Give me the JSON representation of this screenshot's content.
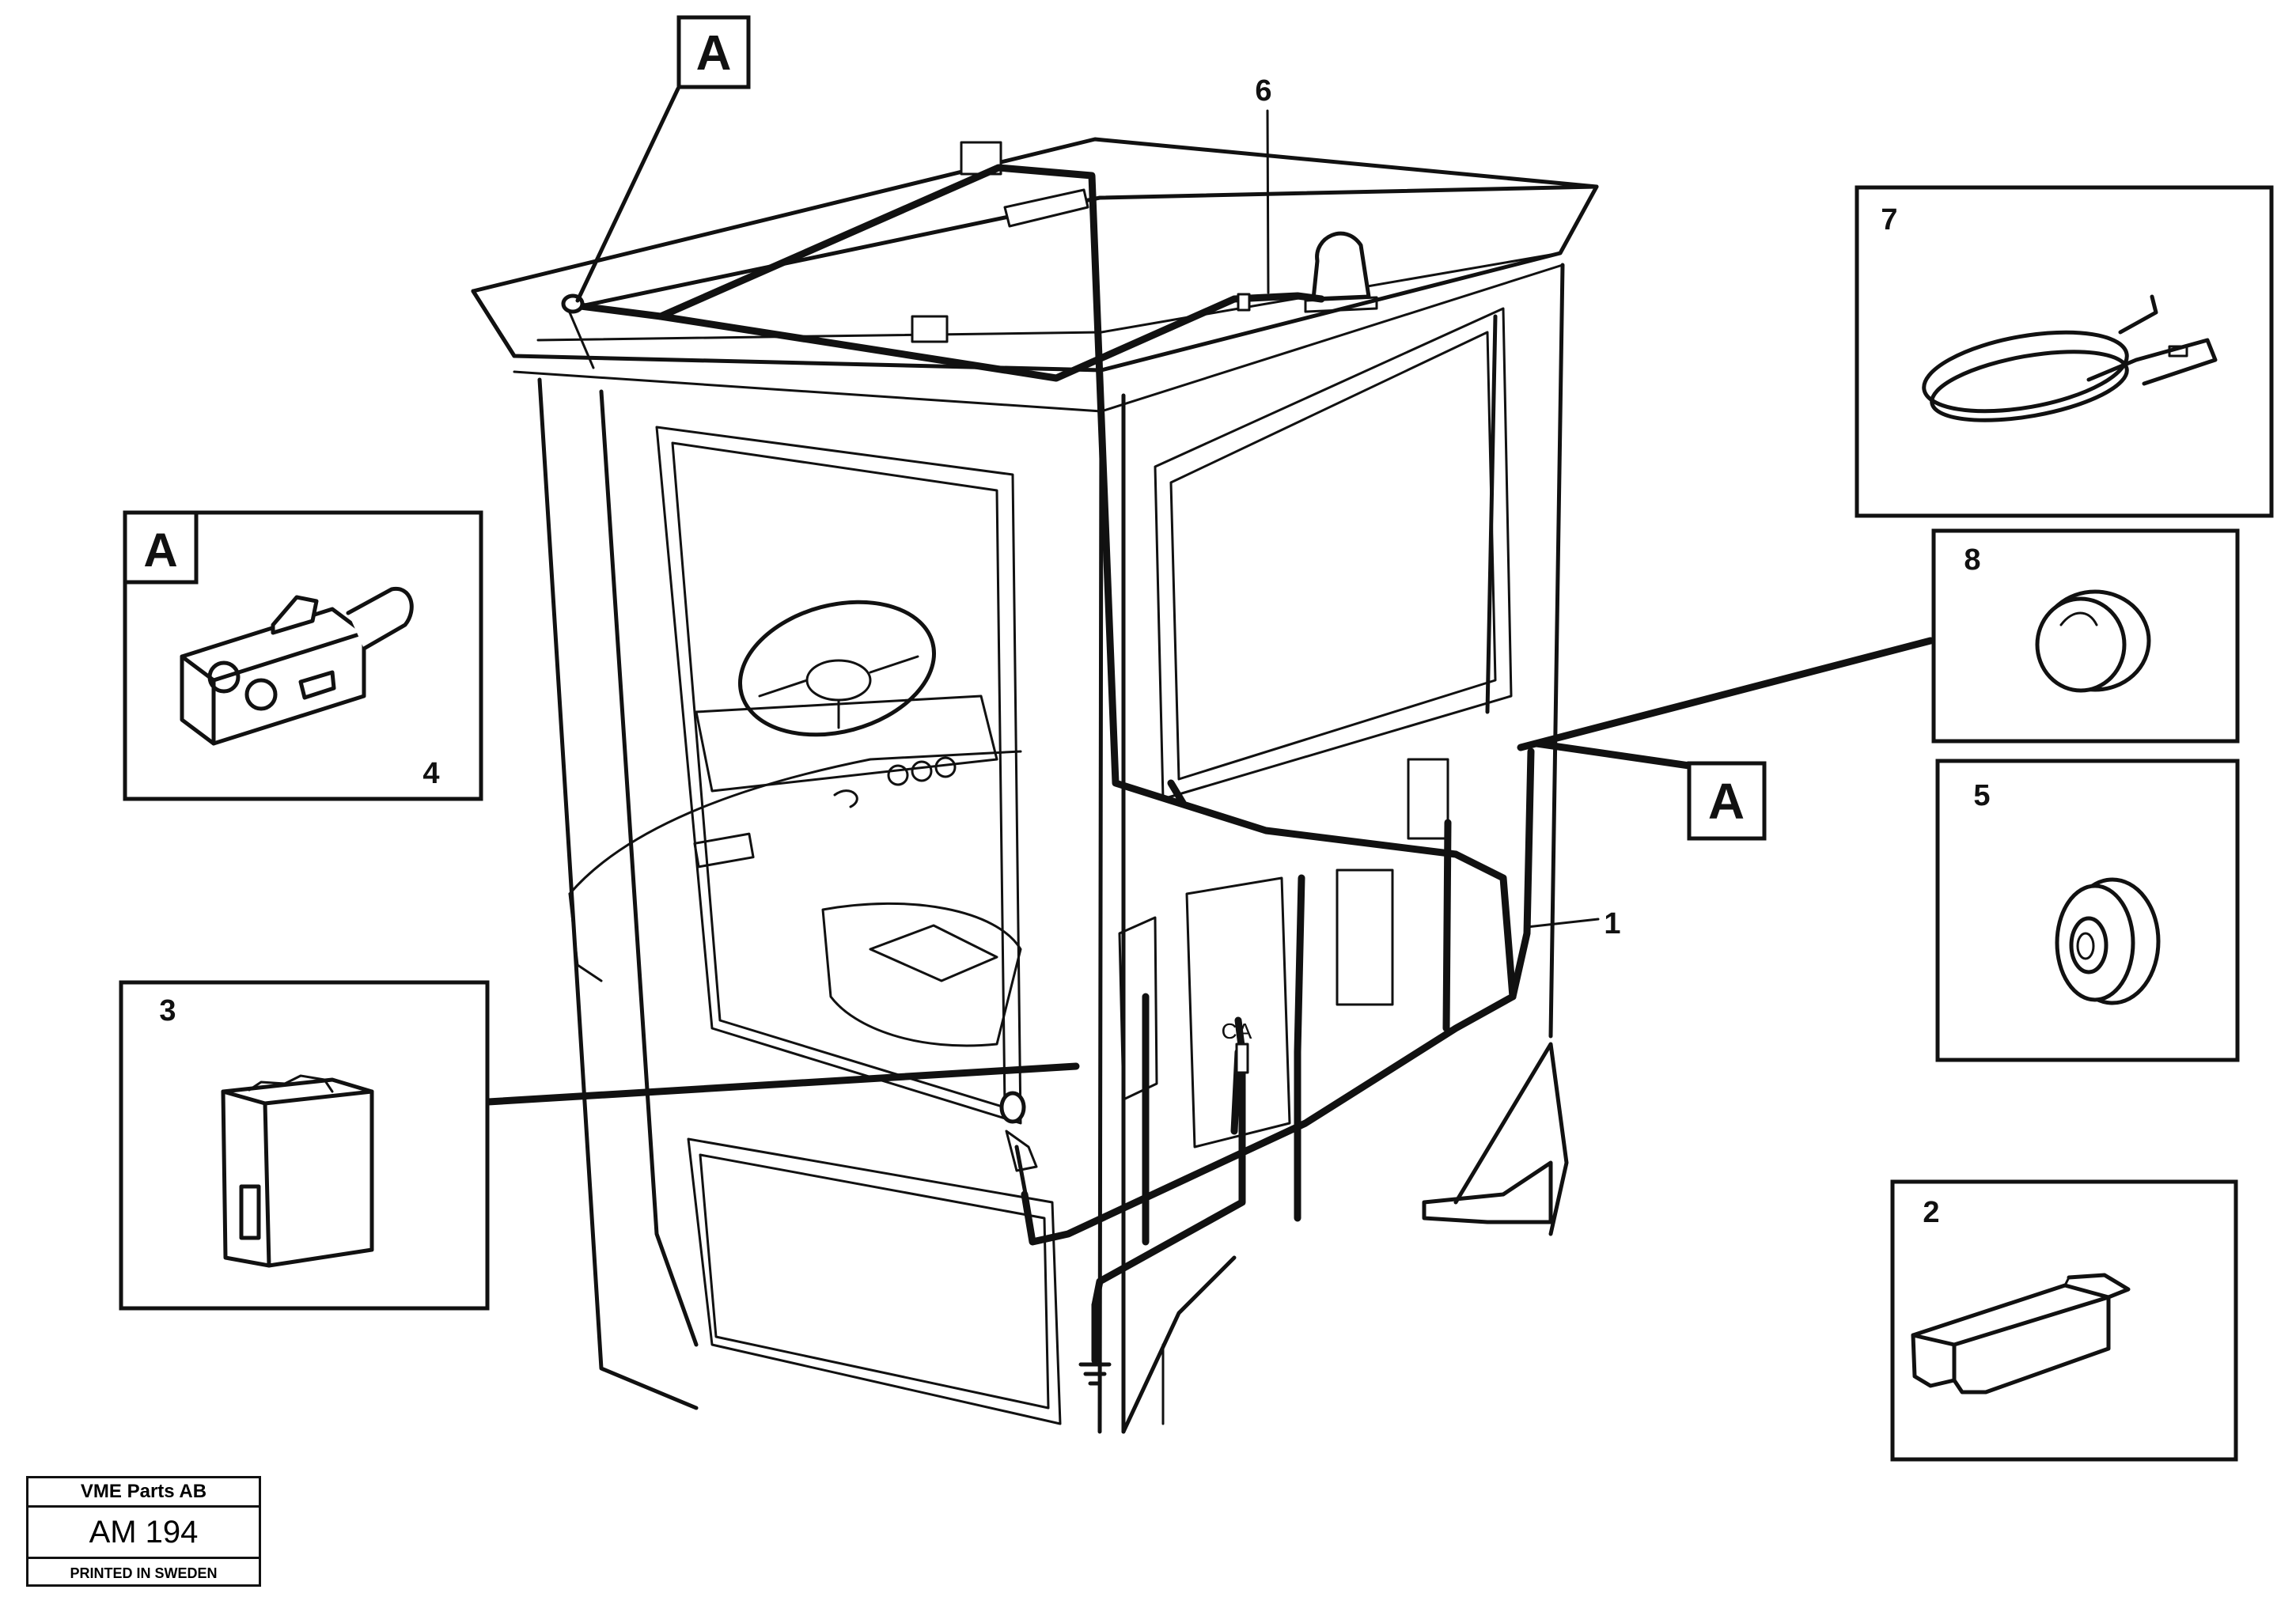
{
  "callouts": {
    "a_top": "A",
    "a_inset": "A",
    "a_right": "A",
    "n1": "1",
    "n2": "2",
    "n3": "3",
    "n4": "4",
    "n5": "5",
    "n6": "6",
    "n7": "7",
    "n8": "8"
  },
  "dash_label": "CA",
  "title_block": {
    "company": "VME Parts AB",
    "drawing_number": "AM 194",
    "printed": "PRINTED IN SWEDEN"
  }
}
